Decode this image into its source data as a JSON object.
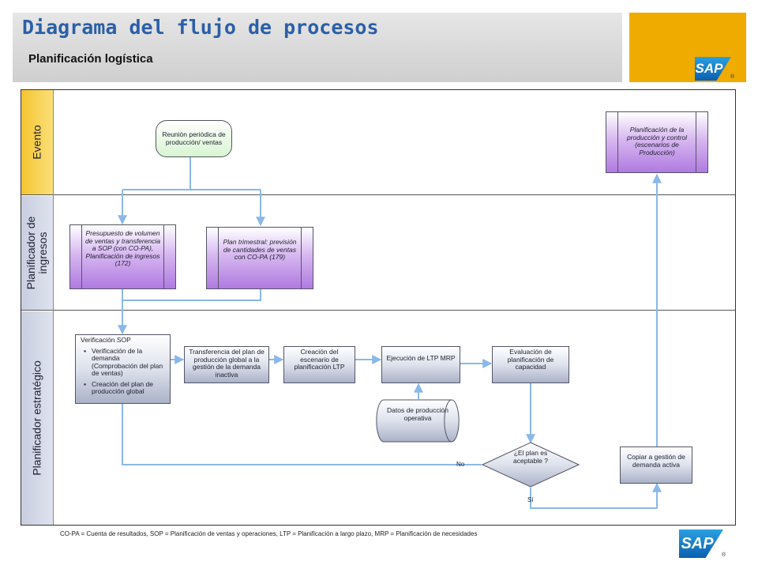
{
  "header": {
    "title": "Diagrama del flujo de procesos",
    "subtitle": "Planificación logística",
    "logo_text": "SAP",
    "logo_reg": "®"
  },
  "lanes": {
    "event": "Evento",
    "revenue_planner": "Planificador de ingresos",
    "strategic_planner": "Planificador estratégico"
  },
  "nodes": {
    "meeting": "Reunión periódica de producción/ ventas",
    "production_planning": "Planificación de la producción y control (escenarios de Producción)",
    "sales_budget": "Presupuesto de volumen de ventas y transferencia a SOP (con CO-PA), Planificación de ingresos (172)",
    "quarterly_plan": "Plan trimestral: previsión de cantidades de ventas con CO-PA (179)",
    "sop_verification": {
      "title": "Verificación SOP",
      "items": [
        "Verificación de la demanda (Comprobación del plan de ventas)",
        "Creación del plan de producción global"
      ]
    },
    "transfer": "Transferencia del plan de producción global a la gestión de la demanda inactiva",
    "ltp_scenario": "Creación del escenario de planificación LTP",
    "ltp_mrp": "Ejecución de LTP MRP",
    "capacity": "Evaluación de planificación de capacidad",
    "operational_data": "Datos de producción operativa",
    "decision": "¿El plan es aceptable ?",
    "copy_active": "Copiar a gestión de demanda activa"
  },
  "edge_labels": {
    "no": "No",
    "yes": "Sí"
  },
  "footnote": "CO-PA = Cuenta de resultados, SOP = Planificación de ventas y operaciones, LTP = Planificación a largo plazo, MRP = Planificación de necesidades",
  "colors": {
    "title": "#2b5fa8",
    "accent_gold": "#f0ab00",
    "arrow": "#8ab8e8",
    "event_lane": "#f4c430"
  }
}
